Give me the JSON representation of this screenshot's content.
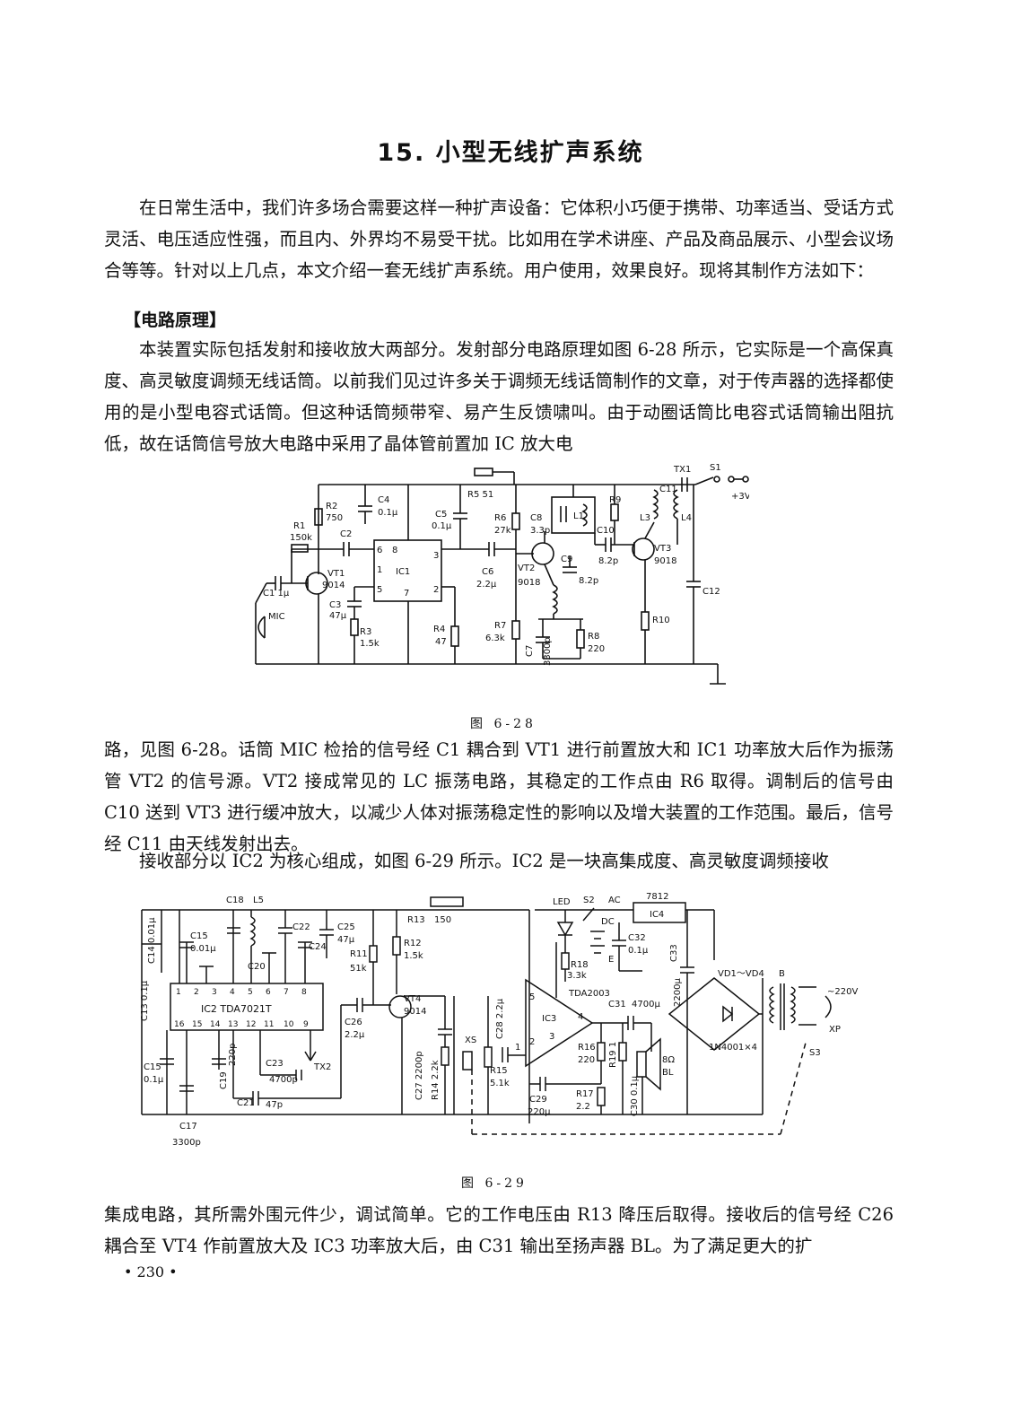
{
  "title": "15. 小型无线扩声系统",
  "intro": "在日常生活中，我们许多场合需要这样一种扩声设备：它体积小巧便于携带、功率适当、受话方式灵活、电压适应性强，而且内、外界均不易受干扰。比如用在学术讲座、产品及商品展示、小型会议场合等等。针对以上几点，本文介绍一套无线扩声系统。用户使用，效果良好。现将其制作方法如下：",
  "section_heading": "【电路原理】",
  "para2": "本装置实际包括发射和接收放大两部分。发射部分电路原理如图 6-28 所示，它实际是一个高保真度、高灵敏度调频无线话筒。以前我们见过许多关于调频无线话筒制作的文章，对于传声器的选择都使用的是小型电容式话筒。但这种话筒频带窄、易产生反馈啸叫。由于动圈话筒比电容式话筒输出阻抗低，故在话筒信号放大电路中采用了晶体管前置加 IC 放大电",
  "fig1": {
    "caption": "图 6-28",
    "labels": {
      "mic": "MIC",
      "c1": "C1 1μ",
      "r1": "R1",
      "r1v": "150k",
      "r2": "R2",
      "r2v": "750",
      "vt1": "VT1",
      "vt1v": "9014",
      "c2": "C2",
      "c3": "C3",
      "c3v": "47μ",
      "r3": "R3",
      "r3v": "1.5k",
      "c4": "C4",
      "c4v": "0.1μ",
      "ic1": "IC1",
      "c5": "C5",
      "c5v": "0.1μ",
      "r4": "R4",
      "r4v": "47",
      "r5": "R5 51",
      "r6": "R6",
      "r6v": "27k",
      "c6": "C6",
      "c6v": "2.2μ",
      "vt2": "VT2",
      "vt2v": "9018",
      "r7": "R7",
      "r7v": "6.3k",
      "c7": "C7",
      "c7v": "3300p",
      "r8": "R8",
      "r8v": "220",
      "c8": "C8",
      "c8v": "3.3p",
      "l1": "L1",
      "c9": "C9",
      "c9v": "8.2p",
      "c10": "C10",
      "c10v": "8.2p",
      "r9": "R9",
      "l3": "L3",
      "l4": "L4",
      "c11": "C11",
      "tx1": "TX1",
      "s1": "S1",
      "v3": "+3V",
      "vt3": "VT3",
      "vt3v": "9018",
      "r10": "R10",
      "c12": "C12",
      "p6": "6",
      "p8": "8",
      "p3": "3",
      "p1": "1",
      "p5": "5",
      "p7": "7",
      "p2": "2"
    }
  },
  "para3": "路，见图 6-28。话筒 MIC 检拾的信号经 C1 耦合到 VT1 进行前置放大和 IC1 功率放大后作为振荡管 VT2 的信号源。VT2 接成常见的 LC 振荡电路，其稳定的工作点由 R6 取得。调制后的信号由 C10 送到 VT3 进行缓冲放大，以减少人体对振荡稳定性的影响以及增大装置的工作范围。最后，信号经 C11 由天线发射出去。",
  "para4": "接收部分以 IC2 为核心组成，如图 6-29 所示。IC2 是一块高集成度、高灵敏度调频接收",
  "fig2": {
    "caption": "图 6-29",
    "labels": {
      "c14": "C14 0.01μ",
      "c13": "C13 0.1μ",
      "c15a": "C15",
      "c15av": "0.01μ",
      "c18": "C18",
      "l5": "L5",
      "c20": "C20",
      "c22": "C22",
      "c24": "C24",
      "c25": "C25",
      "c25v": "47μ",
      "ic2": "IC2 TDA7021T",
      "pins_top": [
        "1",
        "2",
        "3",
        "4",
        "5",
        "6",
        "7",
        "8"
      ],
      "pins_bot": [
        "16",
        "15",
        "14",
        "13",
        "12",
        "11",
        "10",
        "9"
      ],
      "c15b": "C15",
      "c15bv": "0.1μ",
      "c17": "C17",
      "c17v": "3300p",
      "c19": "C19",
      "c19v": "220p",
      "c21": "C21",
      "c21v": "47p",
      "c23": "C23",
      "c23v": "4700p",
      "tx2": "TX2",
      "r11": "R11",
      "r11v": "51k",
      "r12": "R12",
      "r12v": "1.5k",
      "r13": "R13",
      "r13v": "150",
      "vt4": "VT4",
      "vt4v": "9014",
      "c26": "C26",
      "c26v": "2.2μ",
      "c27": "C27 2200p",
      "r14": "R14 2.2k",
      "xs": "XS",
      "c28": "C28 2.2μ",
      "r15": "R15",
      "r15v": "5.1k",
      "ic3": "IC3",
      "tda": "TDA2003",
      "led": "LED",
      "s2": "S2",
      "ac": "AC",
      "dc": "DC",
      "e": "E",
      "r18": "R18",
      "r18v": "3.3k",
      "c32": "C32",
      "c32v": "0.1μ",
      "ic4": "IC4",
      "reg": "7812",
      "c33": "C33",
      "c33v": "2200μ",
      "c29": "C29",
      "c29v": "220μ",
      "c31": "C31",
      "c31v": "4700μ",
      "r16": "R16",
      "r16v": "220",
      "r19": "R19 1",
      "r17": "R17",
      "r17v": "2.2",
      "c30": "C30 0.1μ",
      "bl": "BL",
      "bl8": "8Ω",
      "vd": "VD1～VD4",
      "b": "B",
      "mains": "~220V",
      "in4001": "1N4001×4",
      "xp": "XP",
      "s3": "S3",
      "op5": "5",
      "op4": "4",
      "op1": "1",
      "op2": "2",
      "op3": "3"
    }
  },
  "para5": "集成电路，其所需外围元件少，调试简单。它的工作电压由 R13 降压后取得。接收后的信号经 C26 耦合至 VT4 作前置放大及 IC3 功率放大后，由 C31 输出至扬声器 BL。为了满足更大的扩",
  "page_number": "• 230 •"
}
